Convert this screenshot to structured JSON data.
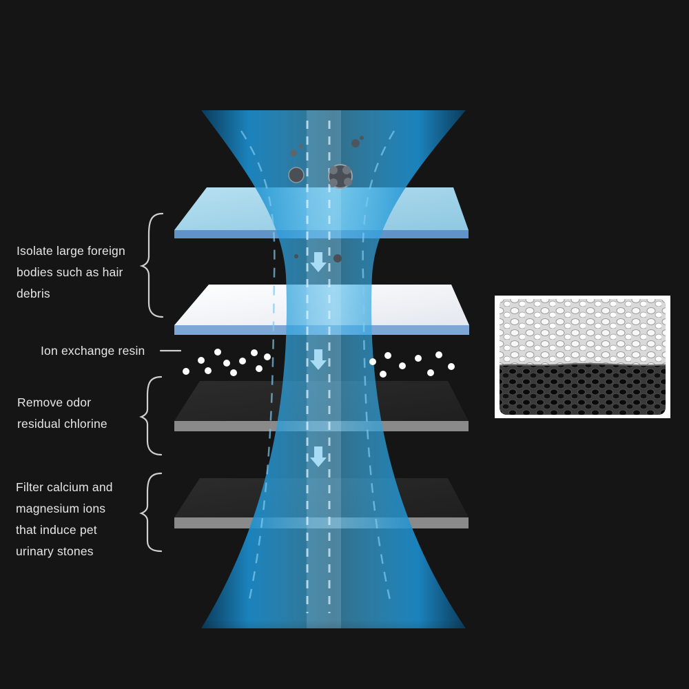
{
  "colors": {
    "background": "#151515",
    "flow": "#2fa6e0",
    "sheet_blue": "#a6d6ea",
    "sheet_white": "#f2f4f8",
    "sheet_dark": "#2a2a2a",
    "label_text": "#e6e6e6"
  },
  "annotations": [
    {
      "id": "isolate",
      "lines": [
        "Isolate large foreign",
        "bodies such as hair",
        "debris"
      ]
    },
    {
      "id": "resin",
      "lines": [
        "Ion exchange resin"
      ]
    },
    {
      "id": "odor",
      "lines": [
        "Remove odor",
        "residual chlorine"
      ]
    },
    {
      "id": "calcium",
      "lines": [
        "Filter calcium and",
        "magnesium ions",
        "that induce pet",
        "urinary stones"
      ]
    }
  ],
  "layers": [
    "blue-fiber-sheet",
    "white-fiber-sheet",
    "ion-exchange-resin-beads",
    "activated-carbon-sheet",
    "carbon-fiber-sheet"
  ],
  "icons": [
    "down-arrow-icon",
    "debris-particle-icon",
    "resin-bead-icon"
  ],
  "inset": {
    "subject": "white sponge layer above black carbon sponge layer"
  }
}
